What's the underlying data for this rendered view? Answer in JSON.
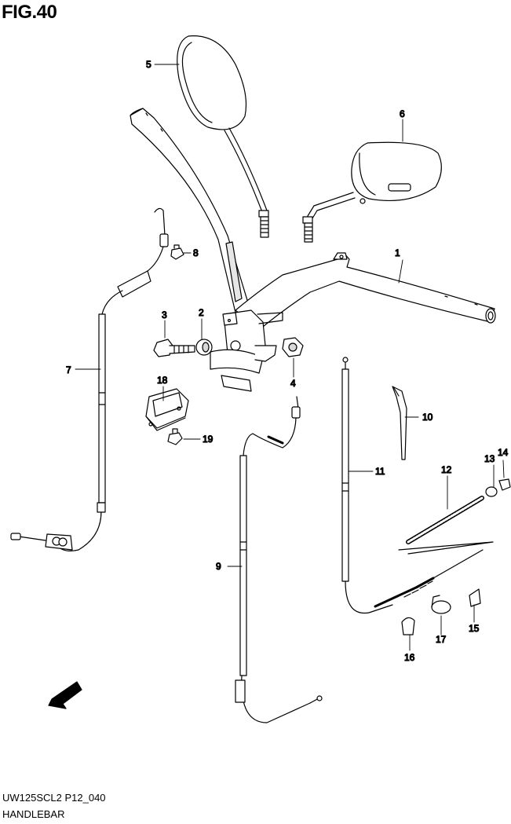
{
  "figure": {
    "title": "FIG.40"
  },
  "footer": {
    "code": "UW125SCL2 P12_040",
    "name": "HANDLEBAR"
  },
  "fwd_arrow": {
    "label": "FWD"
  },
  "callouts": [
    {
      "number": "1"
    },
    {
      "number": "2"
    },
    {
      "number": "3"
    },
    {
      "number": "4"
    },
    {
      "number": "5"
    },
    {
      "number": "6"
    },
    {
      "number": "7"
    },
    {
      "number": "8"
    },
    {
      "number": "9"
    },
    {
      "number": "10"
    },
    {
      "number": "11"
    },
    {
      "number": "12"
    },
    {
      "number": "13"
    },
    {
      "number": "14"
    },
    {
      "number": "15"
    },
    {
      "number": "16"
    },
    {
      "number": "17"
    },
    {
      "number": "18"
    },
    {
      "number": "19"
    }
  ],
  "colors": {
    "line": "#000000",
    "fill": "#ffffff",
    "shade": "#d9d9d9"
  }
}
